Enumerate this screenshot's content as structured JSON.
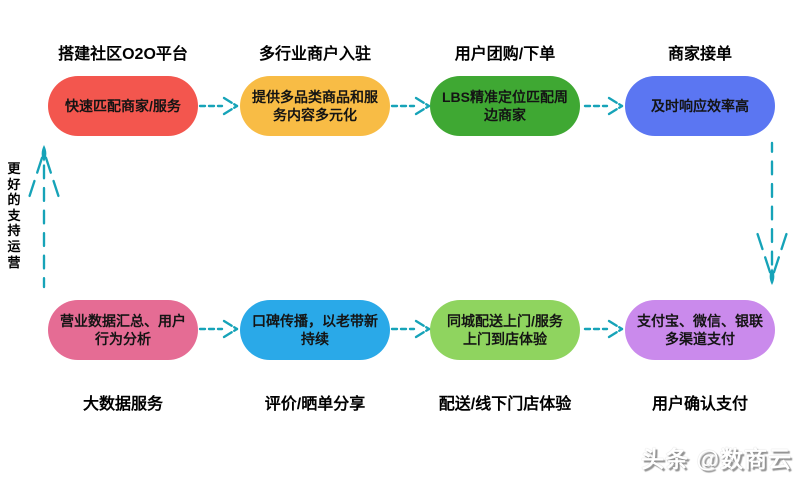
{
  "diagram": {
    "arrow_color": "#16A3B8",
    "top_row": [
      {
        "label": "搭建社区O2O平台",
        "text": "快速匹配商家/服务",
        "color": "#F3564E"
      },
      {
        "label": "多行业商户入驻",
        "text": "提供多品类商品和服务内容多元化",
        "color": "#F8BC45"
      },
      {
        "label": "用户团购/下单",
        "text": "LBS精准定位匹配周边商家",
        "color": "#3FA833"
      },
      {
        "label": "商家接单",
        "text": "及时响应效率高",
        "color": "#5B76F2"
      }
    ],
    "bottom_row": [
      {
        "label": "大数据服务",
        "text": "营业数据汇总、用户行为分析",
        "color": "#E56C94"
      },
      {
        "label": "评价/晒单分享",
        "text": "口碑传播，以老带新持续",
        "color": "#2AA9E8"
      },
      {
        "label": "配送/线下门店体验",
        "text": "同城配送上门/服务上门到店体验",
        "color": "#8FD45F"
      },
      {
        "label": "用户确认支付",
        "text": "支付宝、微信、银联多渠道支付",
        "color": "#CA8AEC"
      }
    ],
    "feedback_label": "更好的支持运营",
    "watermark": "头条 @数商云"
  }
}
